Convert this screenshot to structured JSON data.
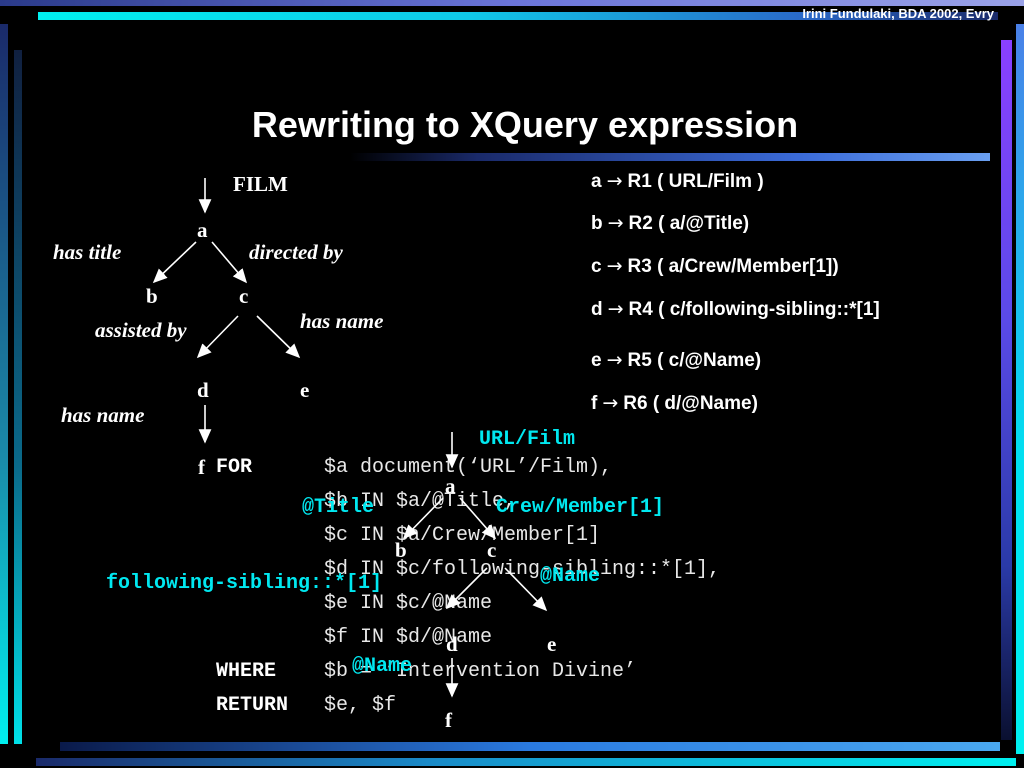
{
  "header": {
    "credit": "Irini Fundulaki, BDA 2002, Evry"
  },
  "title": "Rewriting to XQuery expression",
  "tree": {
    "root_label": "FILM",
    "nodes": {
      "a": "a",
      "b": "b",
      "c": "c",
      "d": "d",
      "e": "e",
      "f": "f"
    },
    "edge_labels": {
      "has_title": "has title",
      "directed_by": "directed by",
      "assisted_by": "assisted by",
      "has_name_c": "has name",
      "has_name_d": "has name"
    }
  },
  "mappings": {
    "arrow": "→",
    "rows": [
      {
        "var": "a",
        "rule": "R1 ( URL/Film )"
      },
      {
        "var": "b",
        "rule": "R2 ( a/@Title)"
      },
      {
        "var": "c",
        "rule": "R3 ( a/Crew/Member[1])"
      },
      {
        "var": "d",
        "rule": "R4 ( c/following-sibling::*[1]"
      },
      {
        "var": "e",
        "rule": "R5 ( c/@Name)"
      },
      {
        "var": "f",
        "rule": "R6 ( d/@Name)"
      }
    ]
  },
  "query": {
    "for_kw": "FOR",
    "where_kw": "WHERE",
    "return_kw": "RETURN",
    "lines": [
      "$a document(‘URL’/Film),",
      "$b IN $a/@Title,",
      "$c IN $a/Crew/Member[1]",
      "$d IN $c/following-sibling::*[1],",
      "$e IN $c/@Name",
      "$f IN $d/@Name"
    ],
    "where_line": "$b = ‘Intervention Divine’",
    "return_line": "$e, $f"
  },
  "overlay_tree": {
    "nodes": {
      "a": "a",
      "b": "b",
      "c": "c",
      "d": "d",
      "e": "e",
      "f": "f"
    },
    "labels": {
      "url_film": "URL/Film",
      "title": "@Title",
      "crew_member": "Crew/Member[1]",
      "following_sibling": "following-sibling::*[1]",
      "name_c": "@Name",
      "name_d": "@Name"
    }
  }
}
